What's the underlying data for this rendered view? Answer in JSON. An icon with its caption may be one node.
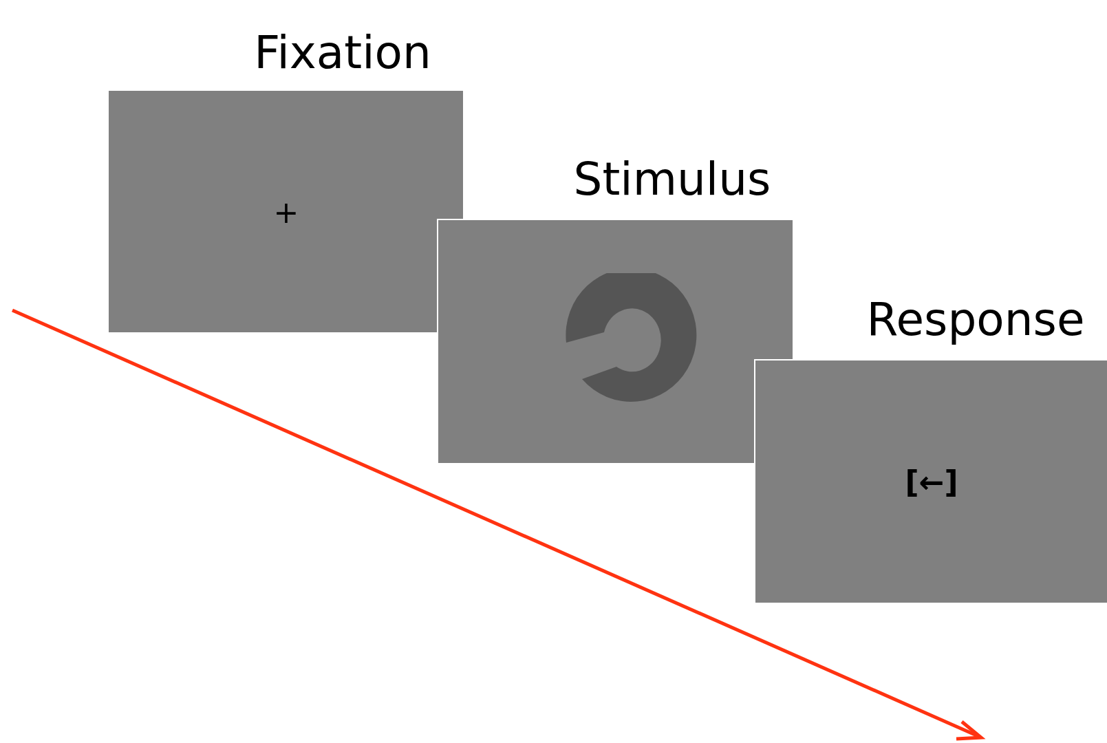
{
  "diagram": {
    "nodes": [
      {
        "text": [
          "Fixation",
          "+"
        ]
      },
      {
        "text": [
          "Stimulus"
        ]
      },
      {
        "text": [
          "Response",
          "[←]"
        ]
      }
    ]
  }
}
